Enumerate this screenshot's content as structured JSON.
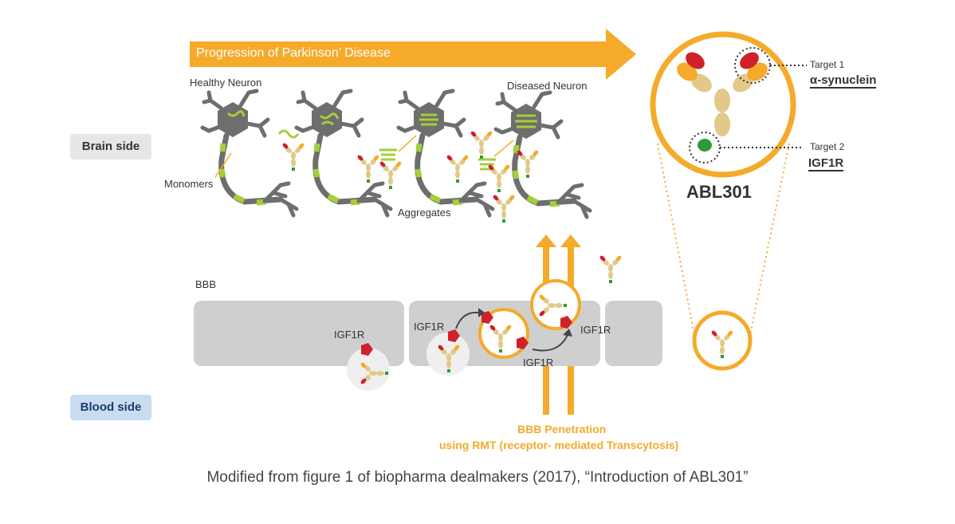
{
  "progression_arrow": {
    "label": "Progression of Parkinson’ Disease"
  },
  "neurons": {
    "healthy_label": "Healthy Neuron",
    "diseased_label": "Diseased Neuron",
    "monomers_label": "Monomers",
    "aggregates_label": "Aggregates"
  },
  "sides": {
    "brain": "Brain side",
    "blood": "Blood side"
  },
  "bbb": {
    "label": "BBB",
    "receptor_label_1": "IGF1R",
    "receptor_label_2": "IGF1R",
    "receptor_label_3": "IGF1R",
    "receptor_label_4": "IGF1R"
  },
  "penetration": {
    "line1": "BBB Penetration",
    "line2": "using RMT (receptor- mediated Transcytosis)"
  },
  "abl301": {
    "name": "ABL301",
    "target1_label": "Target 1",
    "target1_name": "α-synuclein",
    "target2_label": "Target 2",
    "target2_name": "IGF1R"
  },
  "caption": "Modified from figure 1 of biopharma dealmakers (2017), “Introduction of ABL301”",
  "colors": {
    "orange": "#F5AA2A",
    "red": "#D0202A",
    "green": "#2E9B3A",
    "gold": "#E2C98A",
    "neuron_gray": "#6E6E6E",
    "lime": "#A6CE39",
    "membrane": "#CFCFCF"
  }
}
